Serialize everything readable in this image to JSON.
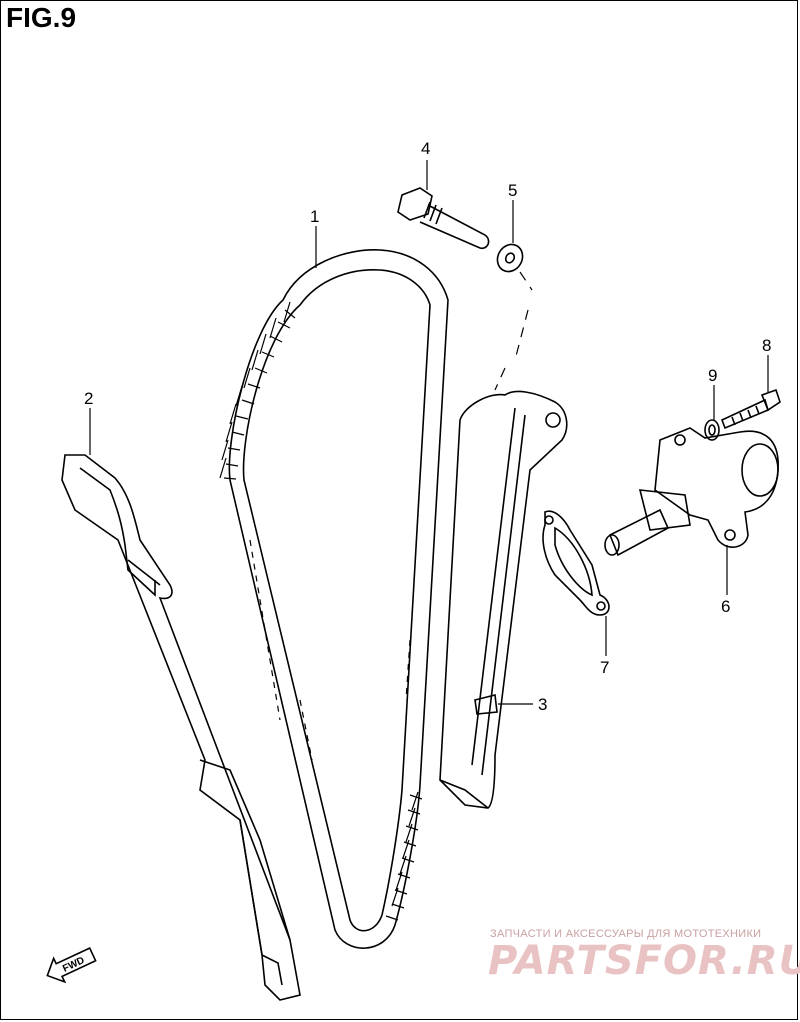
{
  "figure": {
    "title": "FIG.9"
  },
  "callouts": [
    {
      "id": "1",
      "label": "1"
    },
    {
      "id": "2",
      "label": "2"
    },
    {
      "id": "3",
      "label": "3"
    },
    {
      "id": "4",
      "label": "4"
    },
    {
      "id": "5",
      "label": "5"
    },
    {
      "id": "6",
      "label": "6"
    },
    {
      "id": "7",
      "label": "7"
    },
    {
      "id": "8",
      "label": "8"
    },
    {
      "id": "9",
      "label": "9"
    }
  ],
  "fwd_indicator": {
    "label": "FWD"
  },
  "watermark": {
    "tagline": "ЗАПЧАСТИ И АКСЕССУАРЫ ДЛЯ МОТОТЕХНИКИ",
    "logo": "PARTSFOR.RU"
  }
}
